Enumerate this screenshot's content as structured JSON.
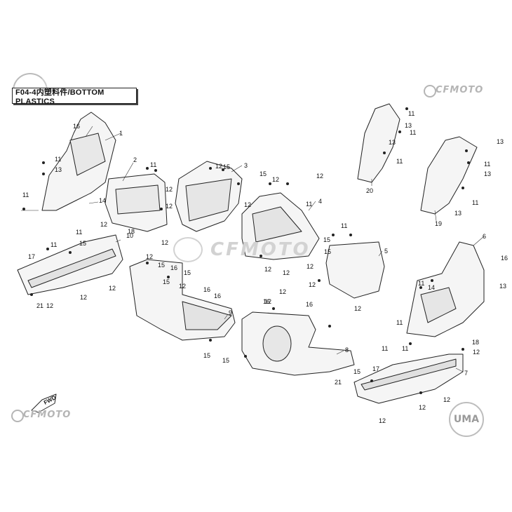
{
  "title": "F04-4内塑料件/BOTTOM PLASTICS",
  "brand_top_right": "CFMOTO",
  "brand_bottom_left": "CFMOTO",
  "brand_center": "CFMOTO",
  "uma_logo": "UMA",
  "fwd_label": "FWD",
  "colors": {
    "line": "#222222",
    "part_fill": "#f4f4f4",
    "watermark": "#c8c8c8"
  },
  "callouts": [
    {
      "id": "1",
      "t": "1"
    },
    {
      "id": "2",
      "t": "2"
    },
    {
      "id": "3",
      "t": "3"
    },
    {
      "id": "4",
      "t": "4"
    },
    {
      "id": "5",
      "t": "5"
    },
    {
      "id": "6",
      "t": "6"
    },
    {
      "id": "7",
      "t": "7"
    },
    {
      "id": "8",
      "t": "8"
    },
    {
      "id": "9",
      "t": "9"
    },
    {
      "id": "10",
      "t": "10"
    },
    {
      "id": "11a",
      "t": "11"
    },
    {
      "id": "11b",
      "t": "11"
    },
    {
      "id": "11c",
      "t": "11"
    },
    {
      "id": "11d",
      "t": "11"
    },
    {
      "id": "11e",
      "t": "11"
    },
    {
      "id": "11f",
      "t": "11"
    },
    {
      "id": "11g",
      "t": "11"
    },
    {
      "id": "11h",
      "t": "11"
    },
    {
      "id": "11i",
      "t": "11"
    },
    {
      "id": "11j",
      "t": "11"
    },
    {
      "id": "11k",
      "t": "11"
    },
    {
      "id": "11l",
      "t": "11"
    },
    {
      "id": "11m",
      "t": "11"
    },
    {
      "id": "11n",
      "t": "11"
    },
    {
      "id": "11o",
      "t": "11"
    },
    {
      "id": "11p",
      "t": "11"
    },
    {
      "id": "12a",
      "t": "12"
    },
    {
      "id": "12b",
      "t": "12"
    },
    {
      "id": "12c",
      "t": "12"
    },
    {
      "id": "12d",
      "t": "12"
    },
    {
      "id": "12e",
      "t": "12"
    },
    {
      "id": "12f",
      "t": "12"
    },
    {
      "id": "12g",
      "t": "12"
    },
    {
      "id": "12h",
      "t": "12"
    },
    {
      "id": "12i",
      "t": "12"
    },
    {
      "id": "12j",
      "t": "12"
    },
    {
      "id": "12k",
      "t": "12"
    },
    {
      "id": "12l",
      "t": "12"
    },
    {
      "id": "12m",
      "t": "12"
    },
    {
      "id": "12n",
      "t": "12"
    },
    {
      "id": "12o",
      "t": "12"
    },
    {
      "id": "12p",
      "t": "12"
    },
    {
      "id": "12q",
      "t": "12"
    },
    {
      "id": "12r",
      "t": "12"
    },
    {
      "id": "12s",
      "t": "12"
    },
    {
      "id": "12t",
      "t": "12"
    },
    {
      "id": "12u",
      "t": "12"
    },
    {
      "id": "12v",
      "t": "12"
    },
    {
      "id": "12w",
      "t": "12"
    },
    {
      "id": "12x",
      "t": "12"
    },
    {
      "id": "13a",
      "t": "13"
    },
    {
      "id": "13b",
      "t": "13"
    },
    {
      "id": "13c",
      "t": "13"
    },
    {
      "id": "13d",
      "t": "13"
    },
    {
      "id": "13e",
      "t": "13"
    },
    {
      "id": "13f",
      "t": "13"
    },
    {
      "id": "13g",
      "t": "13"
    },
    {
      "id": "14a",
      "t": "14"
    },
    {
      "id": "14b",
      "t": "14"
    },
    {
      "id": "15a",
      "t": "15"
    },
    {
      "id": "15b",
      "t": "15"
    },
    {
      "id": "15c",
      "t": "15"
    },
    {
      "id": "15d",
      "t": "15"
    },
    {
      "id": "15e",
      "t": "15"
    },
    {
      "id": "15f",
      "t": "15"
    },
    {
      "id": "15g",
      "t": "15"
    },
    {
      "id": "15h",
      "t": "15"
    },
    {
      "id": "15i",
      "t": "15"
    },
    {
      "id": "15j",
      "t": "15"
    },
    {
      "id": "15k",
      "t": "15"
    },
    {
      "id": "16a",
      "t": "16"
    },
    {
      "id": "16b",
      "t": "16"
    },
    {
      "id": "16c",
      "t": "16"
    },
    {
      "id": "16d",
      "t": "16"
    },
    {
      "id": "16e",
      "t": "16"
    },
    {
      "id": "16f",
      "t": "16"
    },
    {
      "id": "16g",
      "t": "16"
    },
    {
      "id": "17a",
      "t": "17"
    },
    {
      "id": "17b",
      "t": "17"
    },
    {
      "id": "18a",
      "t": "18"
    },
    {
      "id": "18b",
      "t": "18"
    },
    {
      "id": "19",
      "t": "19"
    },
    {
      "id": "20",
      "t": "20"
    },
    {
      "id": "21a",
      "t": "21"
    },
    {
      "id": "21b",
      "t": "21"
    }
  ]
}
